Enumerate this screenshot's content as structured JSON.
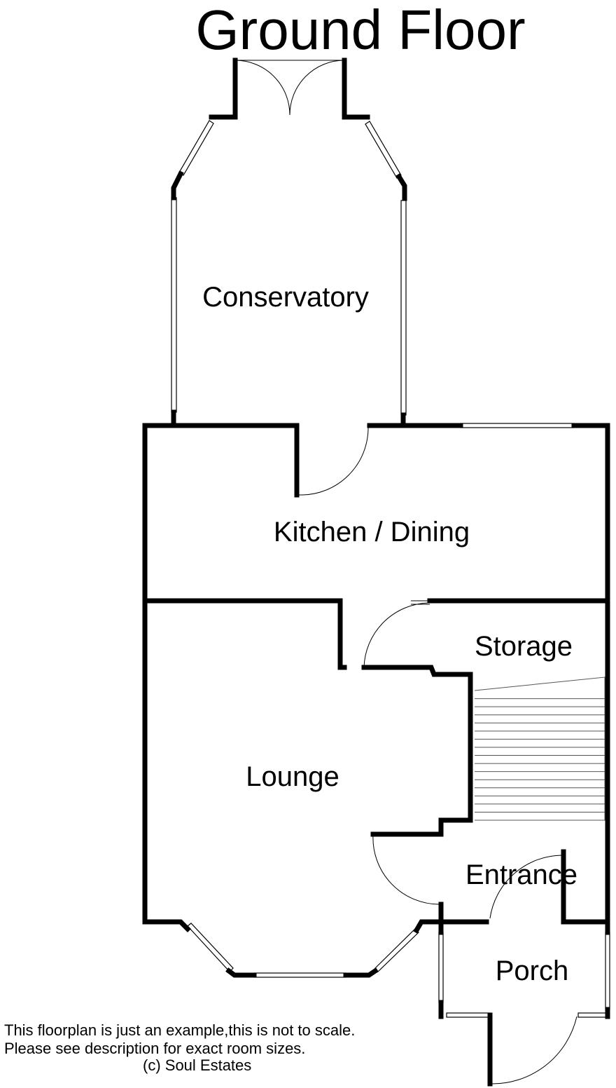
{
  "title": "Ground Floor",
  "rooms": {
    "conservatory": "Conservatory",
    "kitchen_dining": "Kitchen / Dining",
    "storage": "Storage",
    "lounge": "Lounge",
    "entrance": "Entrance",
    "porch": "Porch"
  },
  "notes": {
    "line1": "This floorplan is just an example,this is not to scale.",
    "line2": "Please see description for exact room sizes.",
    "line3": "(c) Soul Estates"
  }
}
